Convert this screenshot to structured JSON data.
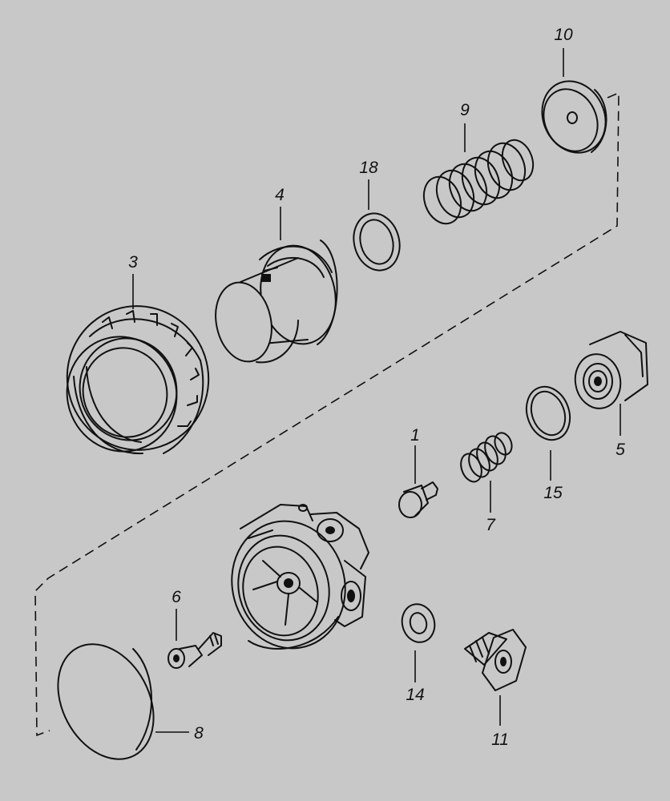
{
  "diagram": {
    "colors": {
      "background": "#c8c8c8",
      "ink": "#111111"
    },
    "callouts": [
      {
        "id": "p1",
        "number": "1"
      },
      {
        "id": "p3",
        "number": "3"
      },
      {
        "id": "p4",
        "number": "4"
      },
      {
        "id": "p5",
        "number": "5"
      },
      {
        "id": "p6",
        "number": "6"
      },
      {
        "id": "p7",
        "number": "7"
      },
      {
        "id": "p8",
        "number": "8"
      },
      {
        "id": "p9",
        "number": "9"
      },
      {
        "id": "p10",
        "number": "10"
      },
      {
        "id": "p11",
        "number": "11"
      },
      {
        "id": "p14",
        "number": "14"
      },
      {
        "id": "p15",
        "number": "15"
      },
      {
        "id": "p18",
        "number": "18"
      }
    ]
  }
}
